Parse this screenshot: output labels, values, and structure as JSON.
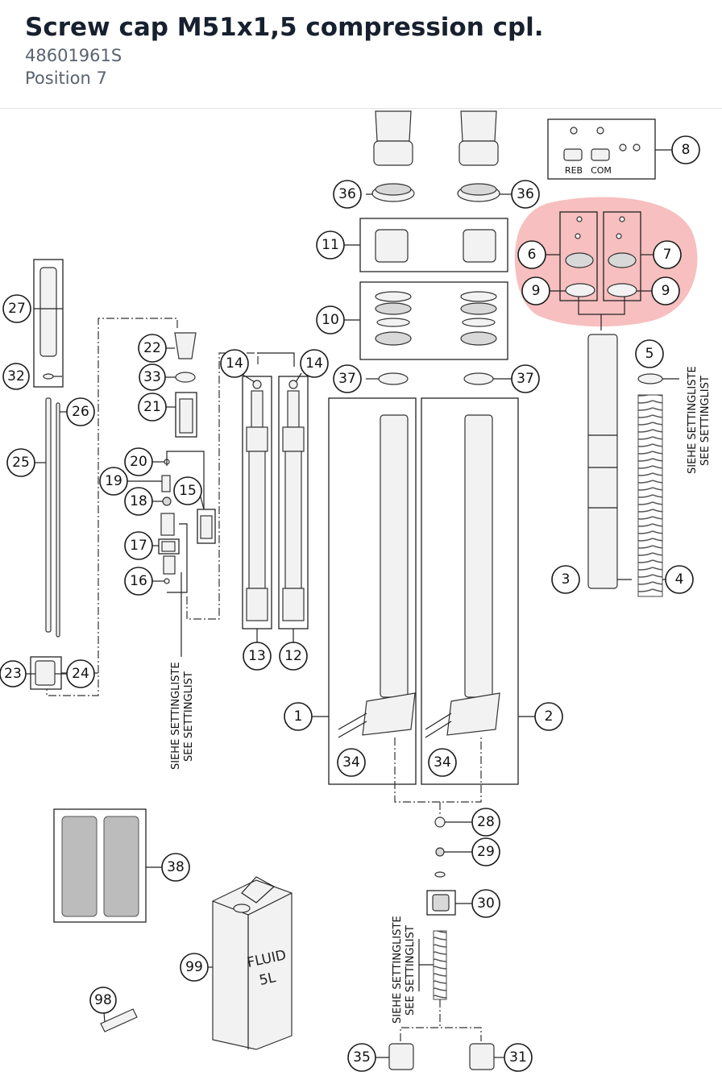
{
  "header": {
    "title": "Screw cap M51x1,5 compression cpl.",
    "part_number": "48601961S",
    "position": "Position 7"
  },
  "diagram": {
    "highlight_color": "#f08b8b",
    "labels": {
      "settinglist_de": "SIEHE SETTINGLISTE",
      "settinglist_en": "SEE SETTINGLIST",
      "reb": "REB",
      "com": "COM",
      "fluid": "FLUID",
      "fluid_volume": "5L"
    },
    "callouts": [
      "1",
      "2",
      "3",
      "4",
      "5",
      "6",
      "7",
      "8",
      "9",
      "9",
      "10",
      "11",
      "12",
      "13",
      "14",
      "14",
      "15",
      "16",
      "17",
      "18",
      "19",
      "20",
      "21",
      "22",
      "23",
      "24",
      "25",
      "26",
      "27",
      "28",
      "29",
      "30",
      "31",
      "32",
      "33",
      "34",
      "34",
      "35",
      "36",
      "36",
      "37",
      "37",
      "38",
      "98",
      "99"
    ]
  }
}
